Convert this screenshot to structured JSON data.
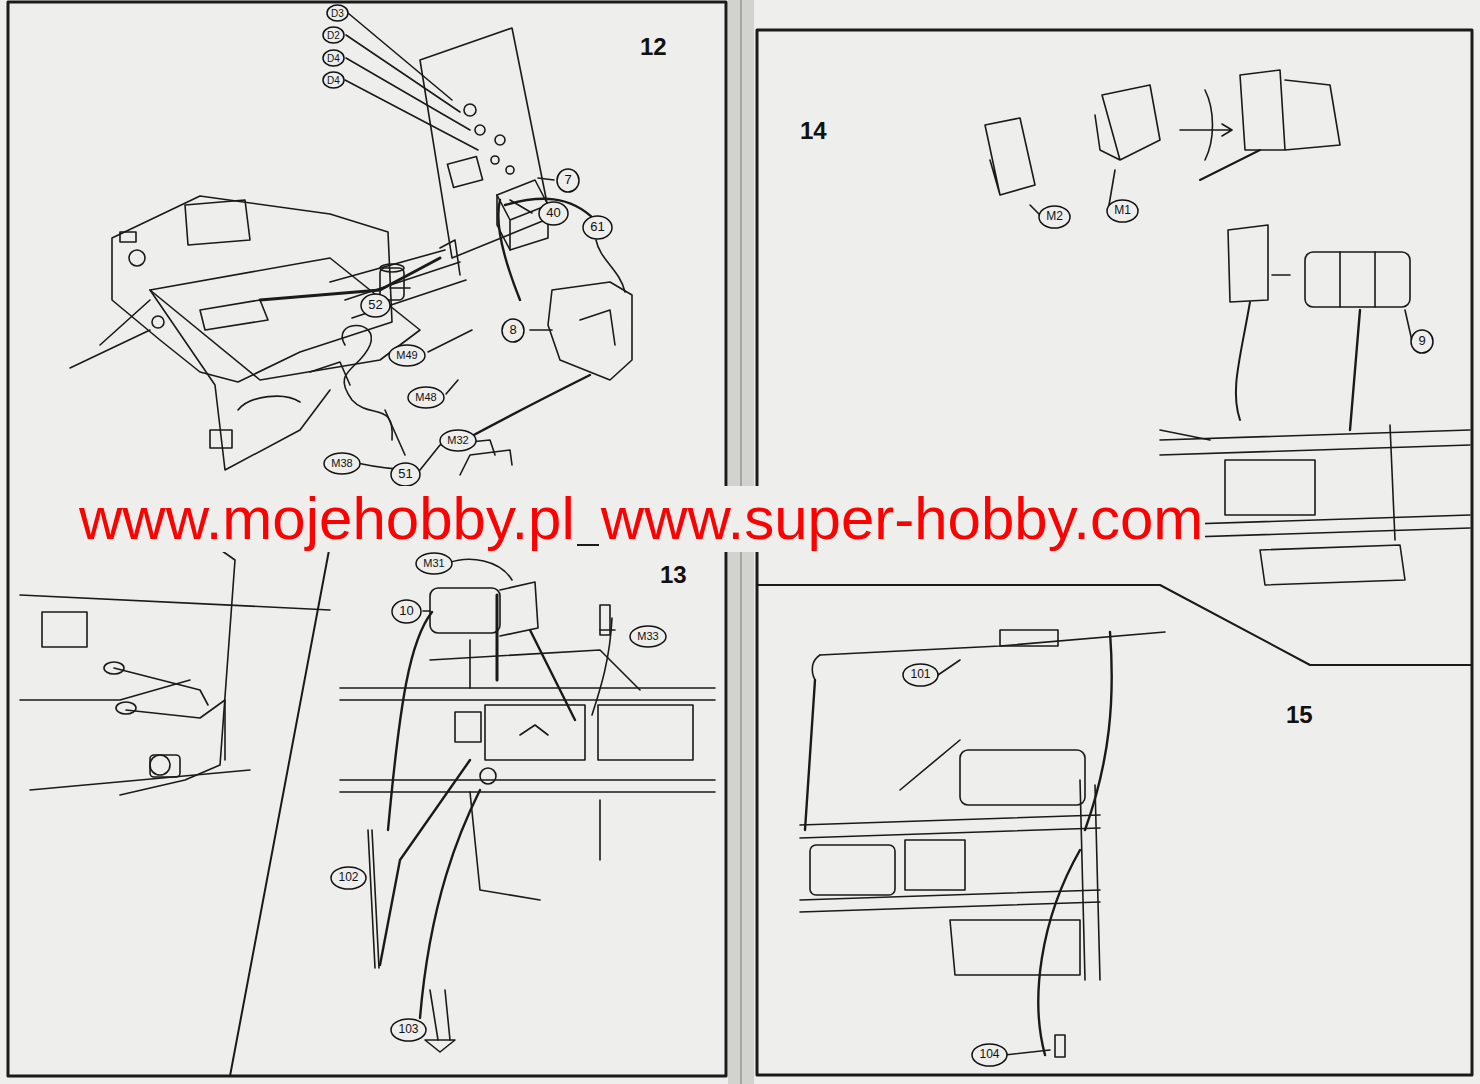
{
  "diagram": {
    "nodes": [
      {
        "text": [
          "D3"
        ]
      },
      {
        "text": [
          "D2"
        ]
      },
      {
        "text": [
          "D4"
        ]
      },
      {
        "text": [
          "D4"
        ]
      },
      {
        "text": [
          "40"
        ]
      },
      {
        "text": [
          "52"
        ]
      },
      {
        "text": [
          "M49"
        ]
      },
      {
        "text": [
          "M48"
        ]
      },
      {
        "text": [
          "7"
        ]
      },
      {
        "text": [
          "61"
        ]
      },
      {
        "text": [
          "8"
        ]
      },
      {
        "text": [
          "51"
        ]
      },
      {
        "text": [
          "M38"
        ]
      },
      {
        "text": [
          "M32"
        ]
      },
      {
        "text": [
          "M31"
        ]
      },
      {
        "text": [
          "10"
        ]
      },
      {
        "text": [
          "M33"
        ]
      },
      {
        "text": [
          "102"
        ]
      },
      {
        "text": [
          "103"
        ]
      },
      {
        "text": [
          "M2"
        ]
      },
      {
        "text": [
          "M1"
        ]
      },
      {
        "text": [
          "9"
        ]
      },
      {
        "text": [
          "101"
        ]
      },
      {
        "text": [
          "104"
        ]
      }
    ],
    "labels": [
      "12",
      "13",
      "14",
      "15",
      "www.mojehobby.pl",
      "www.super-hobby.com"
    ]
  }
}
